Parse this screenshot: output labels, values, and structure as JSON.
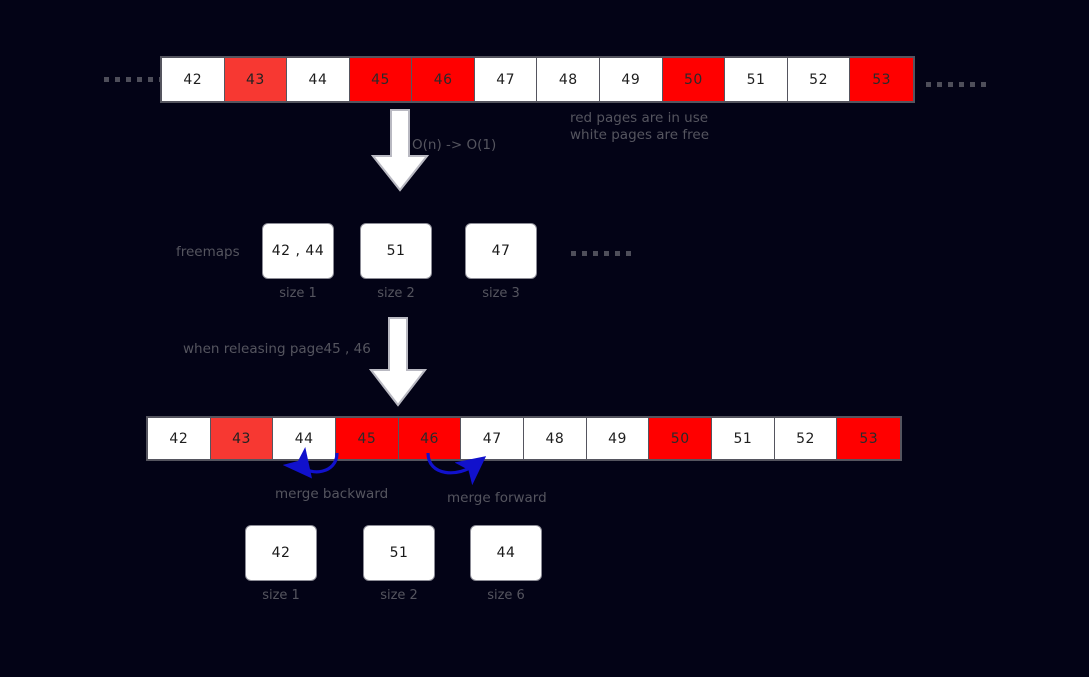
{
  "legend": {
    "red_line": "red pages are in use",
    "white_line": "white pages are free"
  },
  "complexity_note": "O(n) -> O(1)",
  "release_note": "when releasing page45 , 46",
  "freemaps_label": "freemaps",
  "merge_backward_label": "merge backward",
  "merge_forward_label": "merge forward",
  "colors": {
    "background": "#030316",
    "page_used": "#ff0000",
    "page_used_alt": "#f73832",
    "page_free": "#ffffff",
    "merge_arrow": "#1111cc",
    "text_muted": "#55555f"
  },
  "strip_top": {
    "ellipsis_left": "......",
    "ellipsis_right": "......",
    "cells": [
      {
        "page": "42",
        "state": "free"
      },
      {
        "page": "43",
        "state": "used2"
      },
      {
        "page": "44",
        "state": "free"
      },
      {
        "page": "45",
        "state": "used"
      },
      {
        "page": "46",
        "state": "used"
      },
      {
        "page": "47",
        "state": "free"
      },
      {
        "page": "48",
        "state": "free"
      },
      {
        "page": "49",
        "state": "free"
      },
      {
        "page": "50",
        "state": "used"
      },
      {
        "page": "51",
        "state": "free"
      },
      {
        "page": "52",
        "state": "free"
      },
      {
        "page": "53",
        "state": "used"
      }
    ]
  },
  "strip_bottom": {
    "cells": [
      {
        "page": "42",
        "state": "free"
      },
      {
        "page": "43",
        "state": "used2"
      },
      {
        "page": "44",
        "state": "free"
      },
      {
        "page": "45",
        "state": "used"
      },
      {
        "page": "46",
        "state": "used"
      },
      {
        "page": "47",
        "state": "free"
      },
      {
        "page": "48",
        "state": "free"
      },
      {
        "page": "49",
        "state": "free"
      },
      {
        "page": "50",
        "state": "used"
      },
      {
        "page": "51",
        "state": "free"
      },
      {
        "page": "52",
        "state": "free"
      },
      {
        "page": "53",
        "state": "used"
      }
    ]
  },
  "freemaps_before": {
    "ellipsis": "......",
    "boxes": [
      {
        "value": "42 , 44",
        "caption": "size 1"
      },
      {
        "value": "51",
        "caption": "size 2"
      },
      {
        "value": "47",
        "caption": "size 3"
      }
    ]
  },
  "freemaps_after": {
    "boxes": [
      {
        "value": "42",
        "caption": "size 1"
      },
      {
        "value": "51",
        "caption": "size 2"
      },
      {
        "value": "44",
        "caption": "size 6"
      }
    ]
  }
}
